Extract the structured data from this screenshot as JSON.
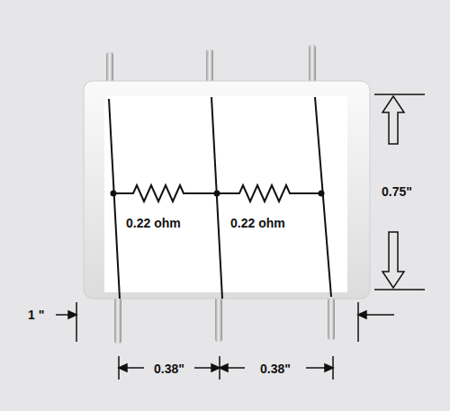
{
  "diagram": {
    "labels": [
      "0.22 ohm",
      "0.22 ohm",
      "0.75\"",
      "1 \"",
      "0.38\"",
      "0.38\""
    ]
  }
}
